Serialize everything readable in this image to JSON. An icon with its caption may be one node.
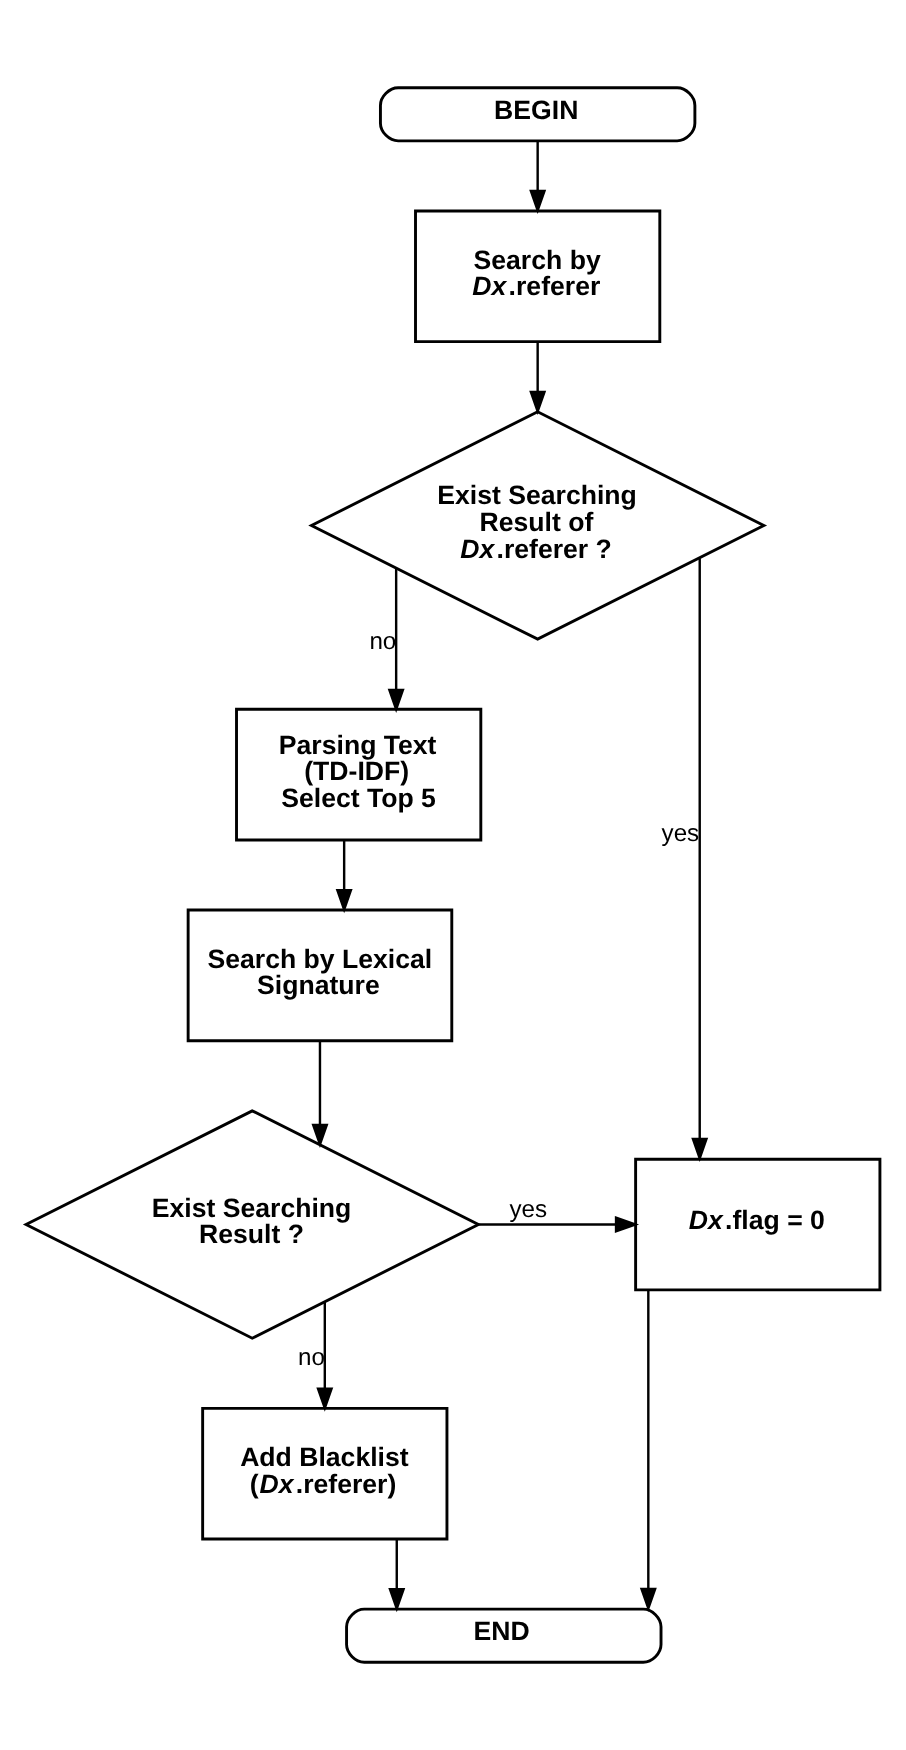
{
  "diagram": {
    "nodes": [
      {
        "text": [
          "BEGIN"
        ]
      },
      {
        "text": [
          "Search by *Dx*.referer"
        ]
      },
      {
        "text": [
          "Exist Searching Result of *Dx*.referer ?"
        ]
      },
      {
        "text": [
          "Parsing Text (TD-IDF) Select Top 5"
        ]
      },
      {
        "text": [
          "Search by Lexical Signature"
        ]
      },
      {
        "text": [
          "Exist Searching Result ?"
        ]
      },
      {
        "text": [
          "Add Blacklist (*Dx*.referer)"
        ]
      },
      {
        "text": [
          "END"
        ]
      },
      {
        "text": [
          "*Dx*.flag = 0"
        ]
      }
    ],
    "edges": [
      {
        "from": 0,
        "to": 1,
        "arrow": "to"
      },
      {
        "from": 1,
        "to": 2,
        "arrow": "to"
      },
      {
        "from": 2,
        "to": 8,
        "arrow": "to",
        "label": "yes"
      },
      {
        "from": 2,
        "to": 3,
        "arrow": "to",
        "label": "no"
      },
      {
        "from": 3,
        "to": 4,
        "arrow": "to"
      },
      {
        "from": 4,
        "to": 5,
        "arrow": "to"
      },
      {
        "from": 5,
        "to": 8,
        "arrow": "to",
        "label": "yes"
      },
      {
        "from": 5,
        "to": 6,
        "arrow": "to",
        "label": "no"
      },
      {
        "from": 6,
        "to": 7,
        "arrow": "to"
      },
      {
        "from": 8,
        "to": 7,
        "arrow": "to"
      }
    ]
  }
}
